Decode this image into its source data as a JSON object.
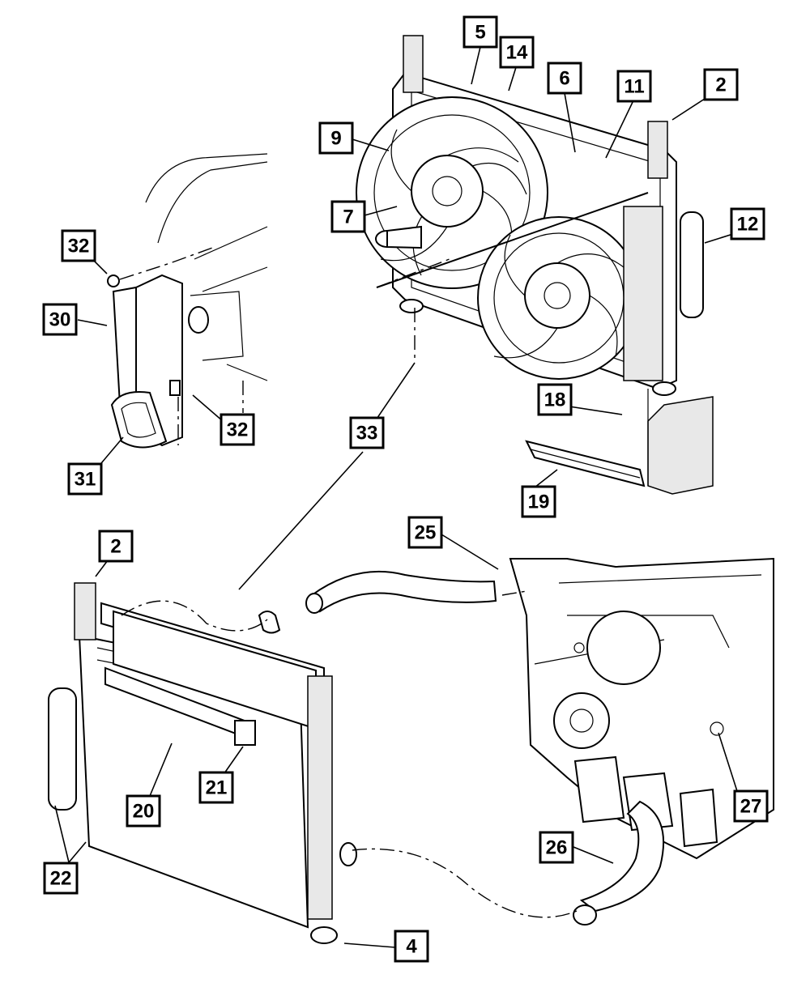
{
  "colors": {
    "line": "#000000",
    "background": "#ffffff",
    "shade": "#e8e8e8"
  },
  "callouts": [
    {
      "id": "c5",
      "label": "5"
    },
    {
      "id": "c14",
      "label": "14"
    },
    {
      "id": "c6",
      "label": "6"
    },
    {
      "id": "c11",
      "label": "11"
    },
    {
      "id": "c2a",
      "label": "2"
    },
    {
      "id": "c9",
      "label": "9"
    },
    {
      "id": "c7",
      "label": "7"
    },
    {
      "id": "c12",
      "label": "12"
    },
    {
      "id": "c32a",
      "label": "32"
    },
    {
      "id": "c30",
      "label": "30"
    },
    {
      "id": "c32b",
      "label": "32"
    },
    {
      "id": "c31",
      "label": "31"
    },
    {
      "id": "c33",
      "label": "33"
    },
    {
      "id": "c18",
      "label": "18"
    },
    {
      "id": "c19",
      "label": "19"
    },
    {
      "id": "c25",
      "label": "25"
    },
    {
      "id": "c2b",
      "label": "2"
    },
    {
      "id": "c20",
      "label": "20"
    },
    {
      "id": "c21",
      "label": "21"
    },
    {
      "id": "c22",
      "label": "22"
    },
    {
      "id": "c27",
      "label": "27"
    },
    {
      "id": "c26",
      "label": "26"
    },
    {
      "id": "c4",
      "label": "4"
    }
  ]
}
